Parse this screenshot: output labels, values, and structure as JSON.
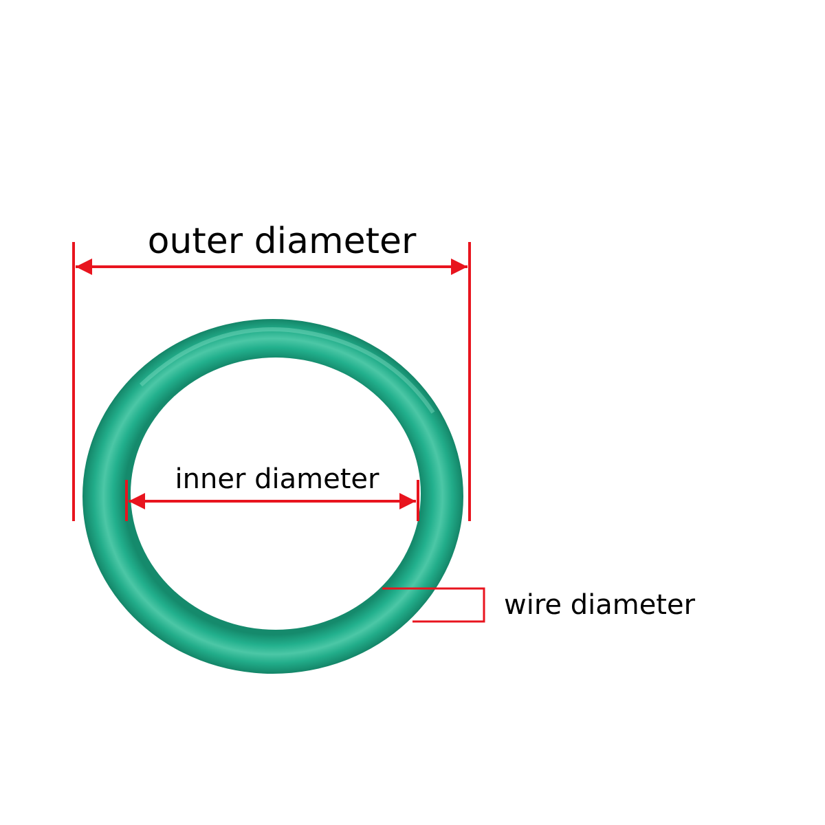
{
  "labels": {
    "outer_diameter": "outer diameter",
    "inner_diameter": "inner diameter",
    "wire_diameter": "wire diameter"
  },
  "colors": {
    "background": "#ffffff",
    "ring": "#1faa88",
    "ring_shadow": "#158a6c",
    "ring_highlight": "#5fd3b4",
    "dimension_line": "#e8141e",
    "text": "#000000"
  },
  "icons": {
    "ring": "o-ring-icon"
  }
}
